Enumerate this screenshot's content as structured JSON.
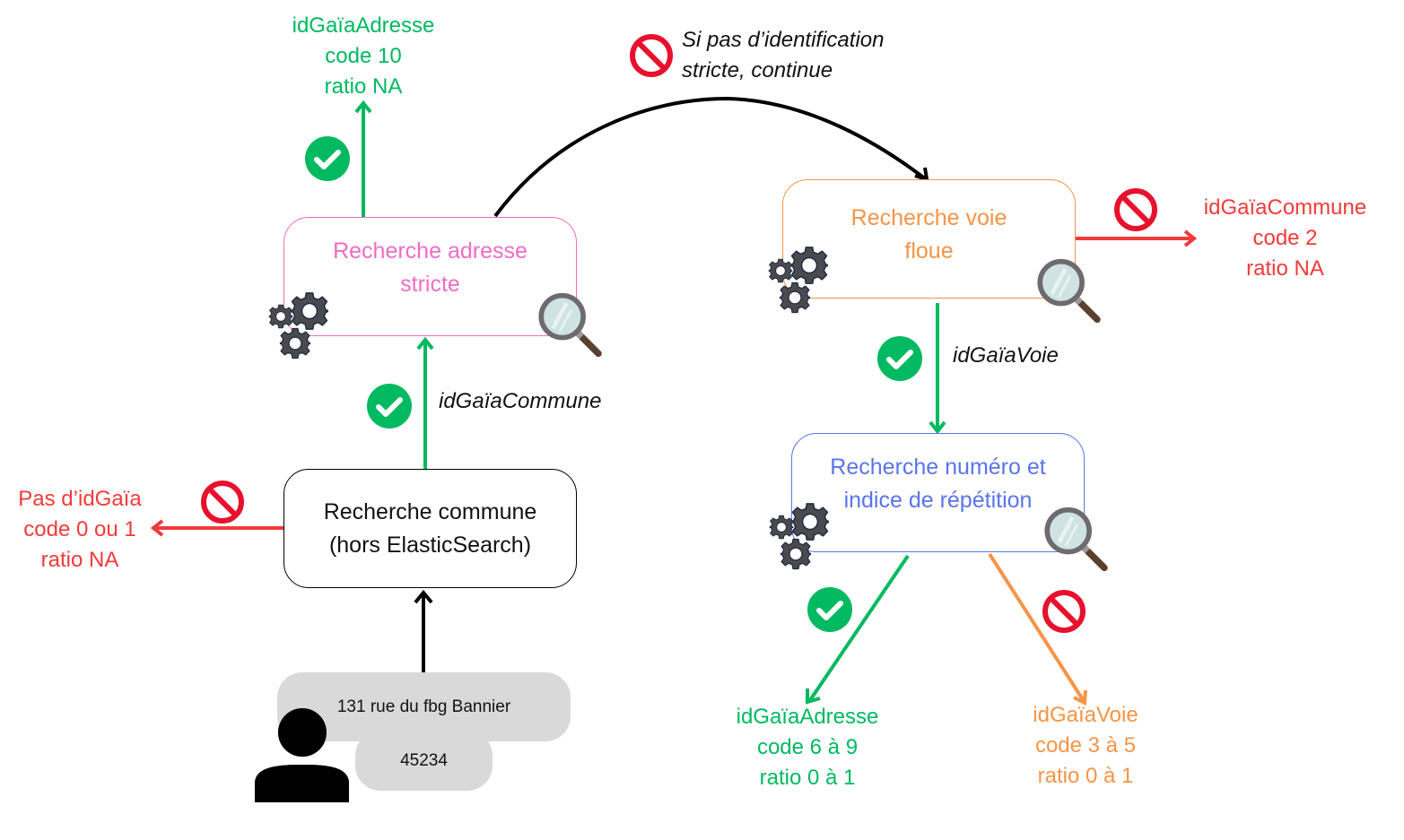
{
  "colors": {
    "success": "#00b960",
    "error": "#f23a3a",
    "forbidden": "#e8112d",
    "pink": "#f06cc4",
    "orange": "#f79446",
    "blue": "#5a74ec",
    "black": "#000000",
    "pill": "#d9d9d9"
  },
  "nodes": {
    "commune": {
      "line1": "Recherche commune",
      "line2": "(hors ElasticSearch)"
    },
    "adresse_stricte": {
      "line1": "Recherche adresse",
      "line2": "stricte"
    },
    "voie_floue": {
      "line1": "Recherche voie",
      "line2": "floue"
    },
    "numero": {
      "line1": "Recherche numéro et",
      "line2": "indice de répétition"
    }
  },
  "input": {
    "address": "131 rue du fbg  Bannier",
    "postcode": "45234"
  },
  "edge_labels": {
    "commune_to_stricte": "idGaïaCommune",
    "voie_to_numero": "idGaïaVoie",
    "continue_line1": "Si pas d’identification",
    "continue_line2": "stricte, continue"
  },
  "outcomes": {
    "no_commune": {
      "line1": "Pas d’idGaïa",
      "line2": "code 0 ou 1",
      "line3": "ratio NA"
    },
    "strict_found": {
      "line1": "idGaïaAdresse",
      "line2": "code 10",
      "line3": "ratio NA"
    },
    "voie_not_found": {
      "line1": "idGaïaCommune",
      "line2": "code 2",
      "line3": "ratio NA"
    },
    "numero_found": {
      "line1": "idGaïaAdresse",
      "line2": "code 6 à 9",
      "line3": "ratio 0 à 1"
    },
    "numero_not_found": {
      "line1": "idGaïaVoie",
      "line2": "code 3 à 5",
      "line3": "ratio 0 à 1"
    }
  },
  "icons": [
    "check-circle-icon",
    "forbidden-icon",
    "gears-icon",
    "magnifier-icon",
    "user-icon"
  ]
}
